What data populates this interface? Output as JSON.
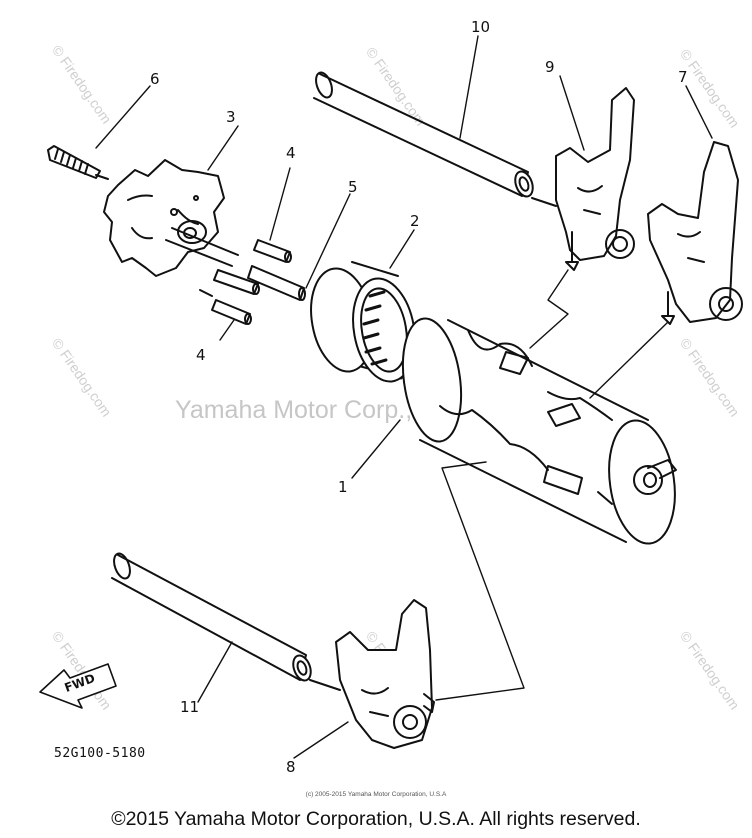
{
  "callouts": {
    "c1": "1",
    "c2": "2",
    "c3": "3",
    "c4a": "4",
    "c4b": "4",
    "c5": "5",
    "c6": "6",
    "c7": "7",
    "c8": "8",
    "c9": "9",
    "c10": "10",
    "c11": "11"
  },
  "arrow_label": "FWD",
  "part_code": "52G100-5180",
  "copyright_small": "(c) 2005-2015 Yamaha Motor Corporation, U.S.A",
  "copyright_main": "©2015 Yamaha Motor Corporation, U.S.A. All rights reserved.",
  "watermark_center": "Yamaha Motor Corp., U.S.A.",
  "watermark_site": "© Firedog.com"
}
